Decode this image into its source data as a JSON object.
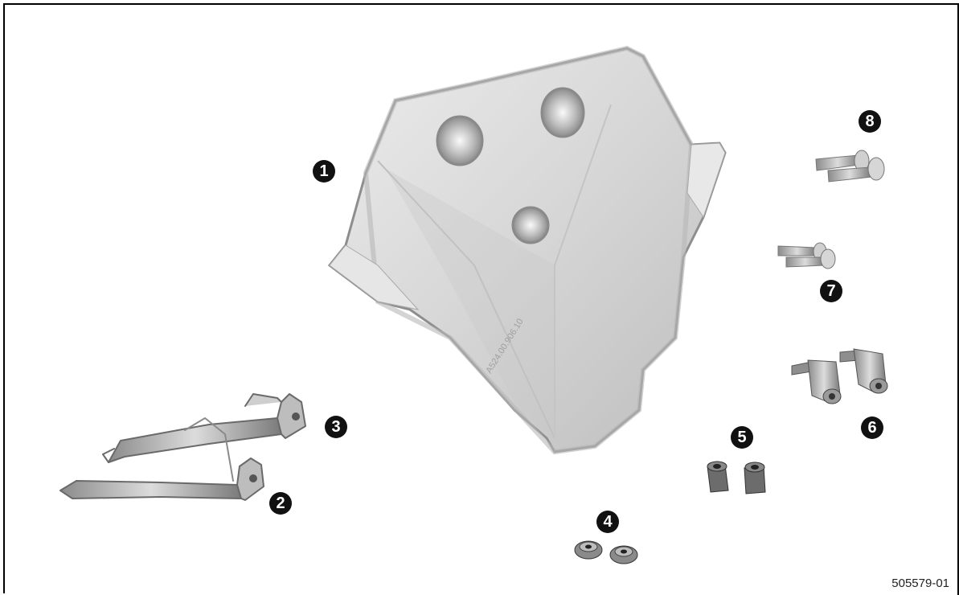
{
  "figure": {
    "reference_number": "505579-01",
    "callouts": [
      {
        "id": "c1",
        "label": "1"
      },
      {
        "id": "c2",
        "label": "2"
      },
      {
        "id": "c3",
        "label": "3"
      },
      {
        "id": "c4",
        "label": "4"
      },
      {
        "id": "c5",
        "label": "5"
      },
      {
        "id": "c6",
        "label": "6"
      },
      {
        "id": "c7",
        "label": "7"
      },
      {
        "id": "c8",
        "label": "8"
      }
    ],
    "part_marking": "A524.00.906.10"
  }
}
